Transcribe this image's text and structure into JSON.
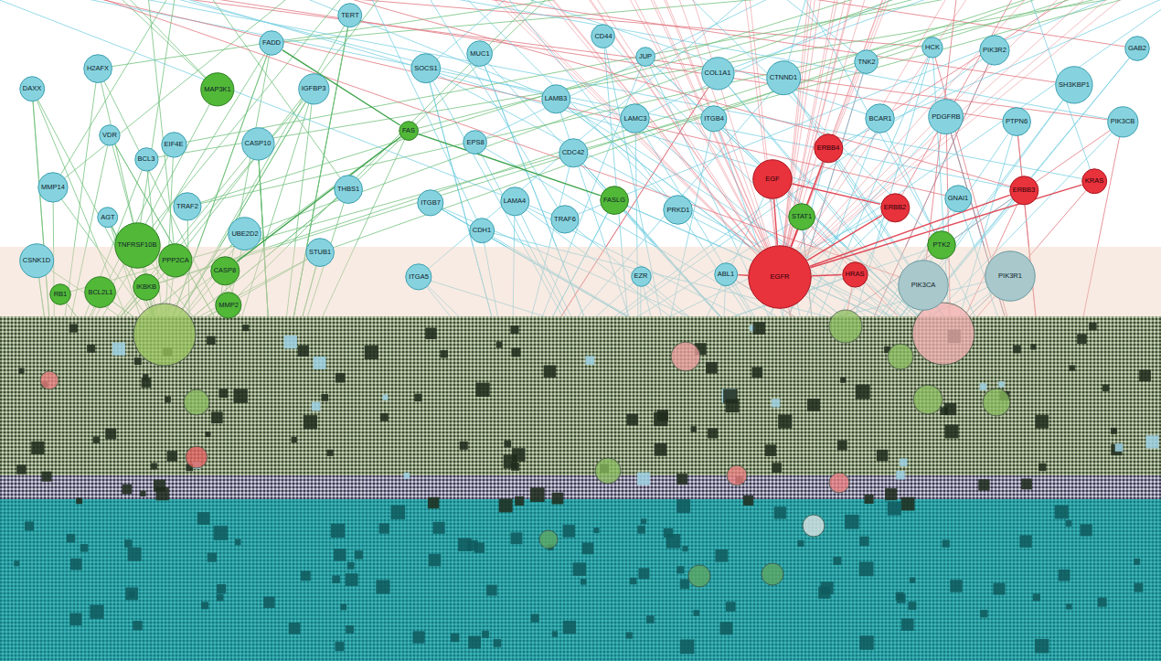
{
  "diagram": {
    "nodes": [
      {
        "text": [
          "TERT"
        ]
      },
      {
        "text": [
          "FADD"
        ]
      },
      {
        "text": [
          "CD44"
        ]
      },
      {
        "text": [
          "HCK"
        ]
      },
      {
        "text": [
          "GAB2"
        ]
      },
      {
        "text": [
          "PIK3R2"
        ]
      },
      {
        "text": [
          "MUC1"
        ]
      },
      {
        "text": [
          "JUP"
        ]
      },
      {
        "text": [
          "TNK2"
        ]
      },
      {
        "text": [
          "H2AFX"
        ]
      },
      {
        "text": [
          "SOCS1"
        ]
      },
      {
        "text": [
          "COL1A1"
        ]
      },
      {
        "text": [
          "CTNND1"
        ]
      },
      {
        "text": [
          "SH3KBP1"
        ]
      },
      {
        "text": [
          "DAXX"
        ]
      },
      {
        "text": [
          "MAP3K1"
        ]
      },
      {
        "text": [
          "IGFBP3"
        ]
      },
      {
        "text": [
          "LAMB3"
        ]
      },
      {
        "text": [
          "LAMC3"
        ]
      },
      {
        "text": [
          "ITGB4"
        ]
      },
      {
        "text": [
          "BCAR1"
        ]
      },
      {
        "text": [
          "PDGFRB"
        ]
      },
      {
        "text": [
          "PTPN6"
        ]
      },
      {
        "text": [
          "PIK3CB"
        ]
      },
      {
        "text": [
          "FAS"
        ]
      },
      {
        "text": [
          "VDR"
        ]
      },
      {
        "text": [
          "EPS8"
        ]
      },
      {
        "text": [
          "CASP10"
        ]
      },
      {
        "text": [
          "EIF4E"
        ]
      },
      {
        "text": [
          "ERBB4"
        ]
      },
      {
        "text": [
          "CDC42"
        ]
      },
      {
        "text": [
          "BCL3"
        ]
      },
      {
        "text": [
          "EGF"
        ]
      },
      {
        "text": [
          "KRAS"
        ]
      },
      {
        "text": [
          "MMP14"
        ]
      },
      {
        "text": [
          "THBS1"
        ]
      },
      {
        "text": [
          "ERBB3"
        ]
      },
      {
        "text": [
          "GNAI1"
        ]
      },
      {
        "text": [
          "FASLG"
        ]
      },
      {
        "text": [
          "LAMA4"
        ]
      },
      {
        "text": [
          "ITGB7"
        ]
      },
      {
        "text": [
          "ERBB2"
        ]
      },
      {
        "text": [
          "TRAF2"
        ]
      },
      {
        "text": [
          "PRKD1"
        ]
      },
      {
        "text": [
          "STAT1"
        ]
      },
      {
        "text": [
          "TRAF6"
        ]
      },
      {
        "text": [
          "AGT"
        ]
      },
      {
        "text": [
          "CDH1"
        ]
      },
      {
        "text": [
          "UBE2D2"
        ]
      },
      {
        "text": [
          "TNFRSF10B"
        ]
      },
      {
        "text": [
          "PTK2"
        ]
      },
      {
        "text": [
          "STUB1"
        ]
      },
      {
        "text": [
          "PPP2CA"
        ]
      },
      {
        "text": [
          "CSNK1D"
        ]
      },
      {
        "text": [
          "CASP8"
        ]
      },
      {
        "text": [
          "EZR"
        ]
      },
      {
        "text": [
          "PIK3R1"
        ]
      },
      {
        "text": [
          "ABL1"
        ]
      },
      {
        "text": [
          "EGFR"
        ]
      },
      {
        "text": [
          "HRAS"
        ]
      },
      {
        "text": [
          "ITGA5"
        ]
      },
      {
        "text": [
          "IKBKB"
        ]
      },
      {
        "text": [
          "PIK3CA"
        ]
      },
      {
        "text": [
          "BCL2L1"
        ]
      },
      {
        "text": [
          "RB1"
        ]
      },
      {
        "text": [
          "MMP2"
        ]
      }
    ],
    "edges": [
      {
        "from": 32,
        "to": 58,
        "arrow": "none"
      },
      {
        "from": 58,
        "to": 41,
        "arrow": "none"
      },
      {
        "from": 58,
        "to": 59,
        "arrow": "none"
      },
      {
        "from": 58,
        "to": 29,
        "arrow": "none"
      },
      {
        "from": 58,
        "to": 36,
        "arrow": "none"
      },
      {
        "from": 58,
        "to": 33,
        "arrow": "none"
      },
      {
        "from": 58,
        "to": 44,
        "arrow": "none"
      },
      {
        "from": 58,
        "to": 57,
        "arrow": "none"
      },
      {
        "from": 32,
        "to": 41,
        "arrow": "none"
      },
      {
        "from": 24,
        "to": 38,
        "arrow": "none"
      },
      {
        "from": 24,
        "to": 1,
        "arrow": "none"
      },
      {
        "from": 24,
        "to": 54,
        "arrow": "none"
      }
    ]
  }
}
